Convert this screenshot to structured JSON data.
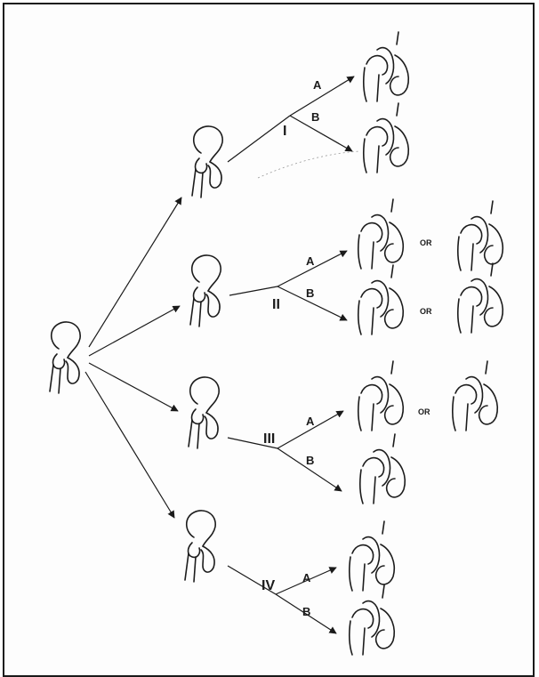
{
  "diagram": {
    "classes": [
      {
        "id": "I",
        "label": "I",
        "branches": [
          {
            "label": "A",
            "or_label": ""
          },
          {
            "label": "B",
            "or_label": ""
          }
        ]
      },
      {
        "id": "II",
        "label": "II",
        "branches": [
          {
            "label": "A",
            "or_label": "OR"
          },
          {
            "label": "B",
            "or_label": "OR"
          }
        ]
      },
      {
        "id": "III",
        "label": "III",
        "branches": [
          {
            "label": "A",
            "or_label": "OR"
          },
          {
            "label": "B",
            "or_label": ""
          }
        ]
      },
      {
        "id": "IV",
        "label": "IV",
        "branches": [
          {
            "label": "A",
            "or_label": ""
          },
          {
            "label": "B",
            "or_label": ""
          }
        ]
      }
    ],
    "colors": {
      "ink": "#1c1c1c",
      "frame": "#1a1a1a"
    }
  }
}
